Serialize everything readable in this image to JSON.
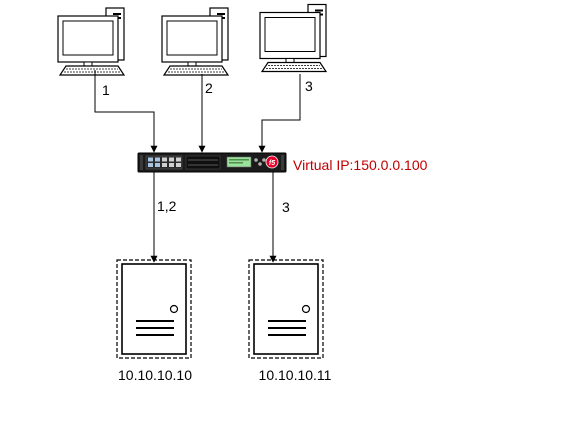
{
  "labels": {
    "path_client_1": "1",
    "path_client_2": "2",
    "path_client_3": "3",
    "path_server_a": "1,2",
    "path_server_b": "3",
    "virtual_ip": "Virtual IP:150.0.0.100"
  },
  "servers": {
    "server_a_ip": "10.10.10.10",
    "server_b_ip": "10.10.10.11"
  },
  "colors": {
    "virtual_ip_text": "#c00000",
    "f5_logo": "#e4002b",
    "lcd": "#9be29b",
    "line": "#000000"
  },
  "icons": {
    "clients": [
      "desktop-computer-icon",
      "desktop-computer-icon",
      "desktop-computer-icon"
    ],
    "load_balancer": "f5-appliance-icon",
    "servers": [
      "server-tower-icon",
      "server-tower-icon"
    ]
  }
}
